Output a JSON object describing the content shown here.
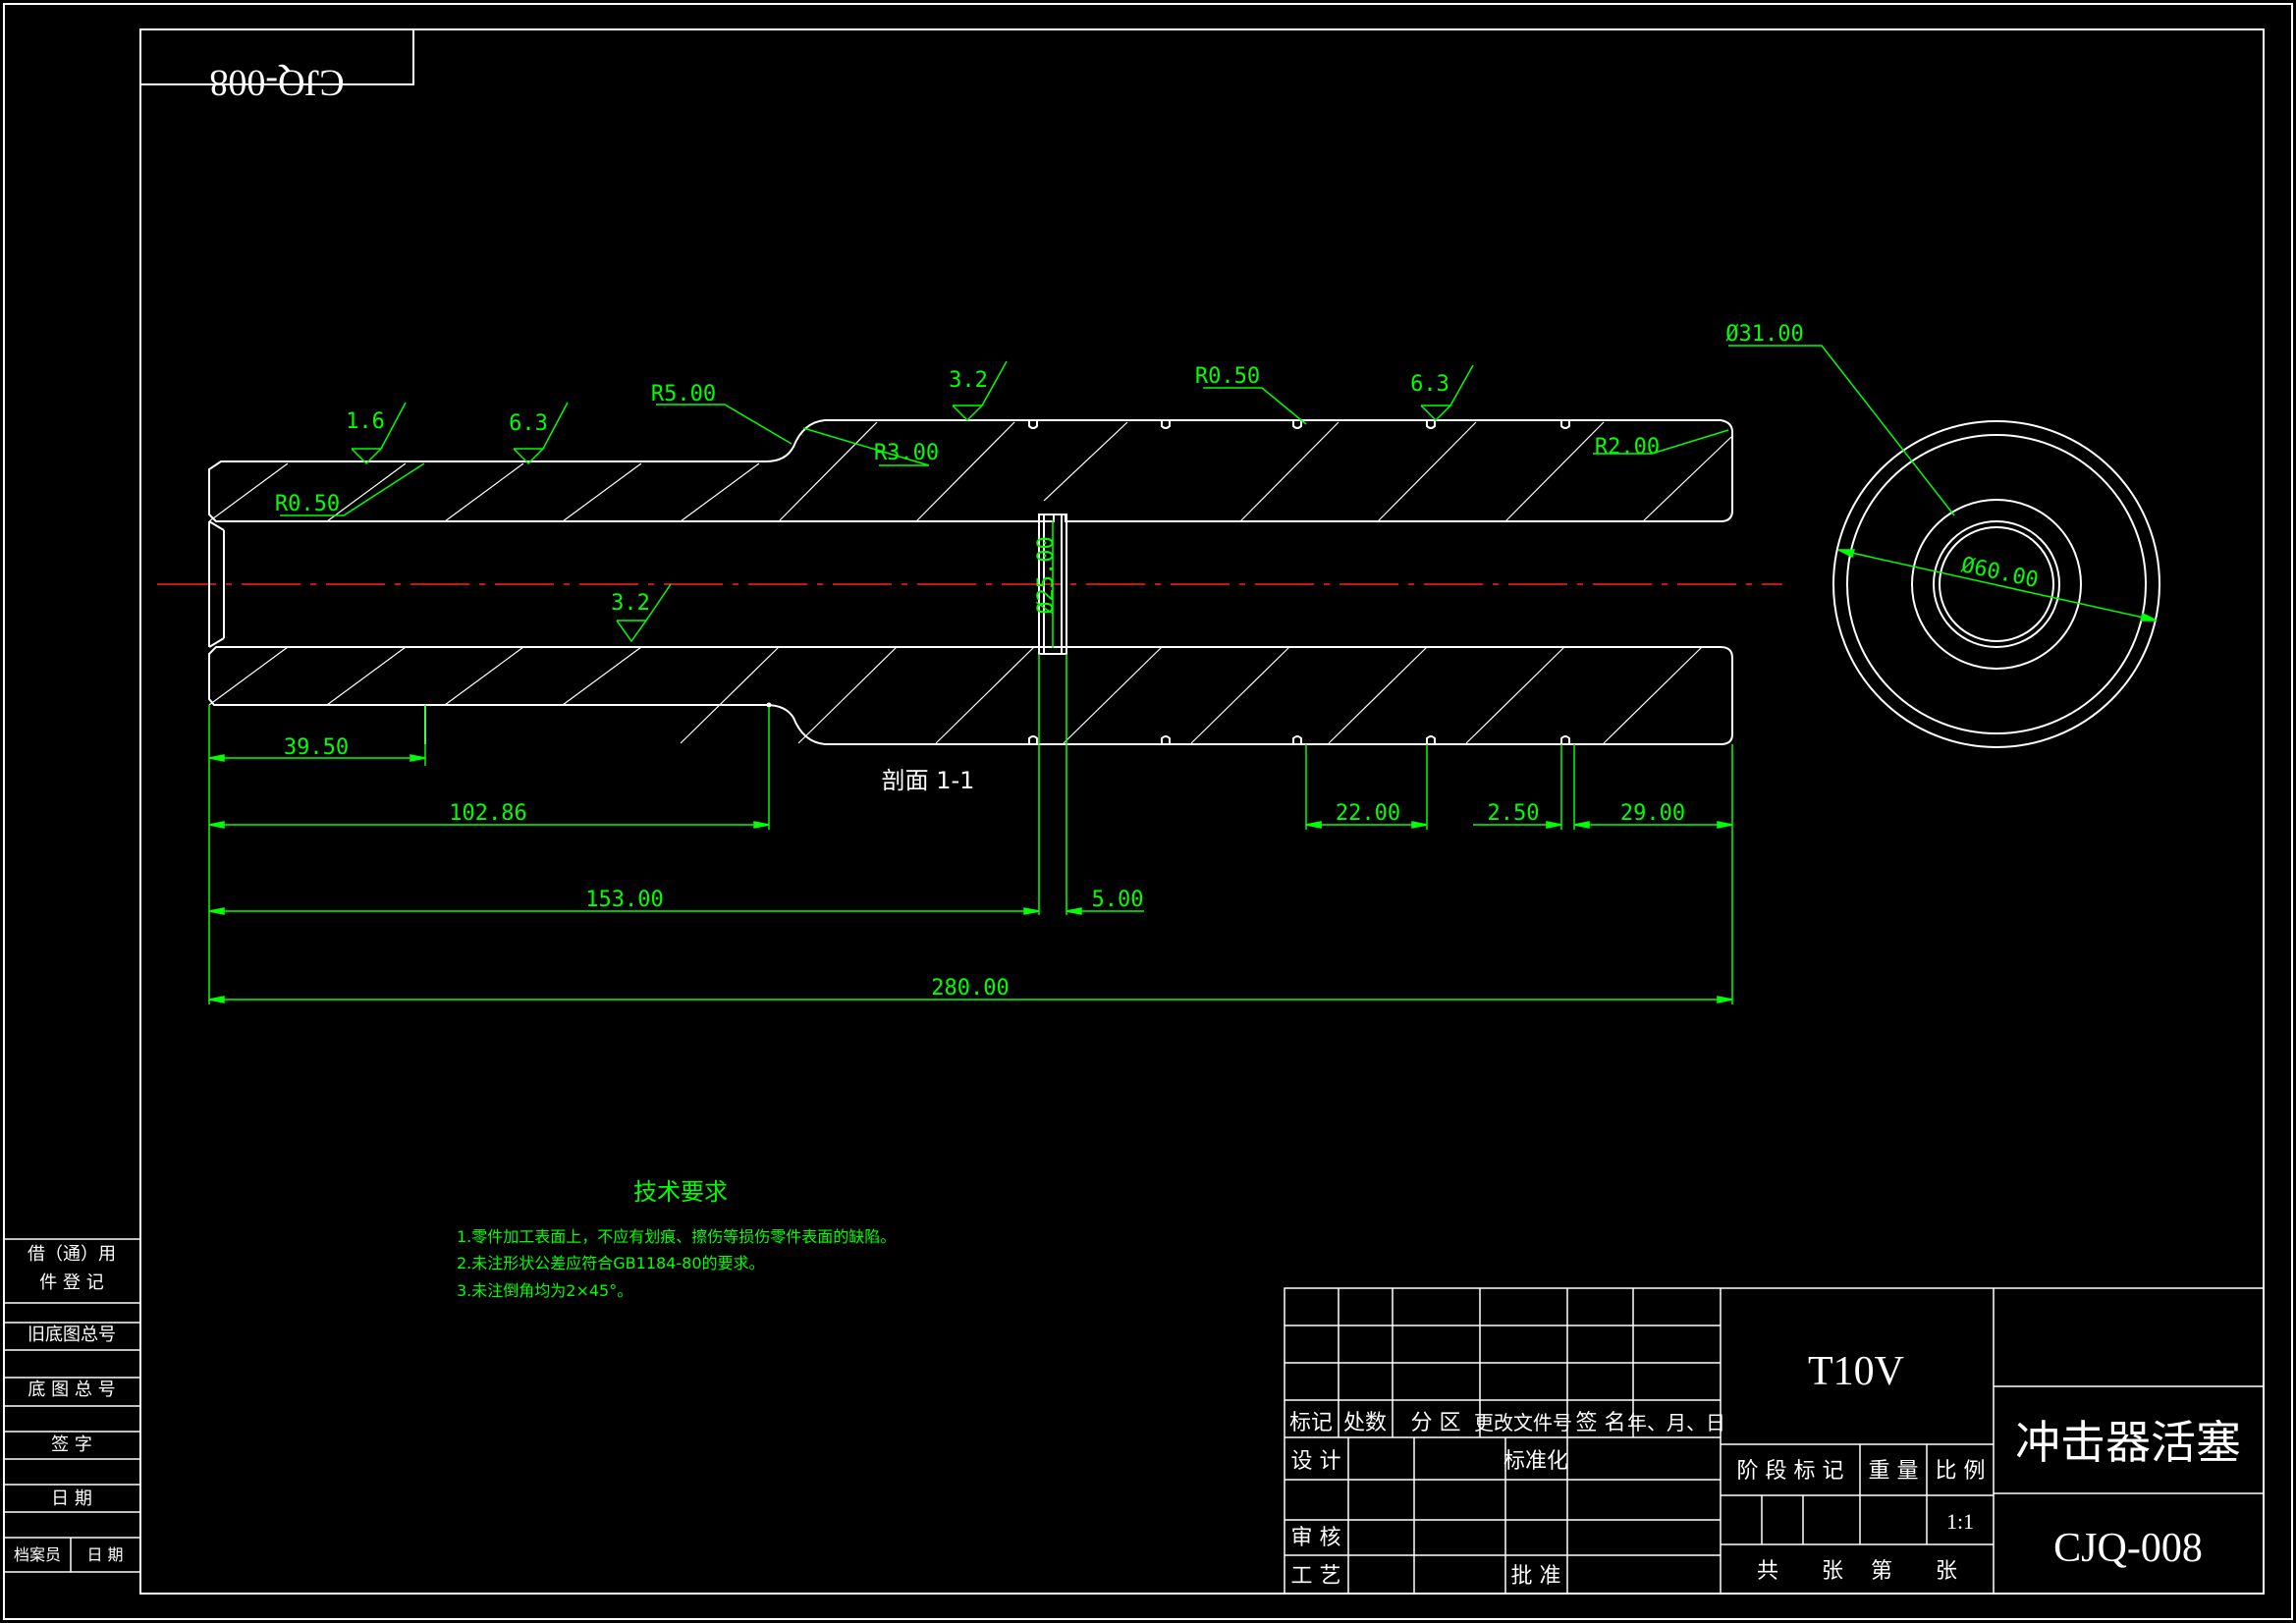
{
  "drawing": {
    "code_mirrored": "CJQ-008",
    "section_label": "剖面 1-1",
    "material": "T10V",
    "part_name": "冲击器活塞",
    "drawing_code": "CJQ-008",
    "scale_value": "1:1"
  },
  "dimensions": {
    "d_39_50": "39.50",
    "d_102_86": "102.86",
    "d_153": "153.00",
    "d_5": "5.00",
    "d_280": "280.00",
    "d_22": "22.00",
    "d_2_50": "2.50",
    "d_29": "29.00",
    "d_phi25": "Ø25.00",
    "d_phi31": "Ø31.00",
    "d_phi60": "Ø60.00",
    "r_5": "R5.00",
    "r_3": "R3.00",
    "r_0_5a": "R0.50",
    "r_0_5b": "R0.50",
    "r_2": "R2.00"
  },
  "roughness": {
    "ra_1_6": "1.6",
    "ra_6_3a": "6.3",
    "ra_3_2top": "3.2",
    "ra_6_3b": "6.3",
    "ra_3_2bore": "3.2"
  },
  "notes": {
    "title": "技术要求",
    "items": [
      "1.零件加工表面上，不应有划痕、擦伤等损伤零件表面的缺陷。",
      "2.未注形状公差应符合GB1184-80的要求。",
      "3.未注倒角均为2×45°。"
    ]
  },
  "left_strip": {
    "borrow_1": "借（通）用",
    "borrow_2": "件 登 记",
    "old_base": "旧底图总号",
    "base_no": "底 图 总 号",
    "signature": "签  字",
    "date": "日  期",
    "archivist": "档案员",
    "archivist_date": "日 期"
  },
  "title_block": {
    "mark": "标记",
    "count": "处数",
    "zone": "分 区",
    "change_doc": "更改文件号",
    "sign": "签 名",
    "ymd": "年、月、日",
    "design": "设 计",
    "standardize": "标准化",
    "stage_mark": "阶 段 标 记",
    "weight": "重 量",
    "scale": "比 例",
    "review": "审 核",
    "process": "工 艺",
    "approve": "批 准",
    "total": "共",
    "sheets": "张",
    "nth": "第",
    "sheet2": "张"
  },
  "colors": {
    "background": "#000000",
    "outline": "#ffffff",
    "dimension": "#00ff00",
    "centerline": "#ff2020"
  }
}
